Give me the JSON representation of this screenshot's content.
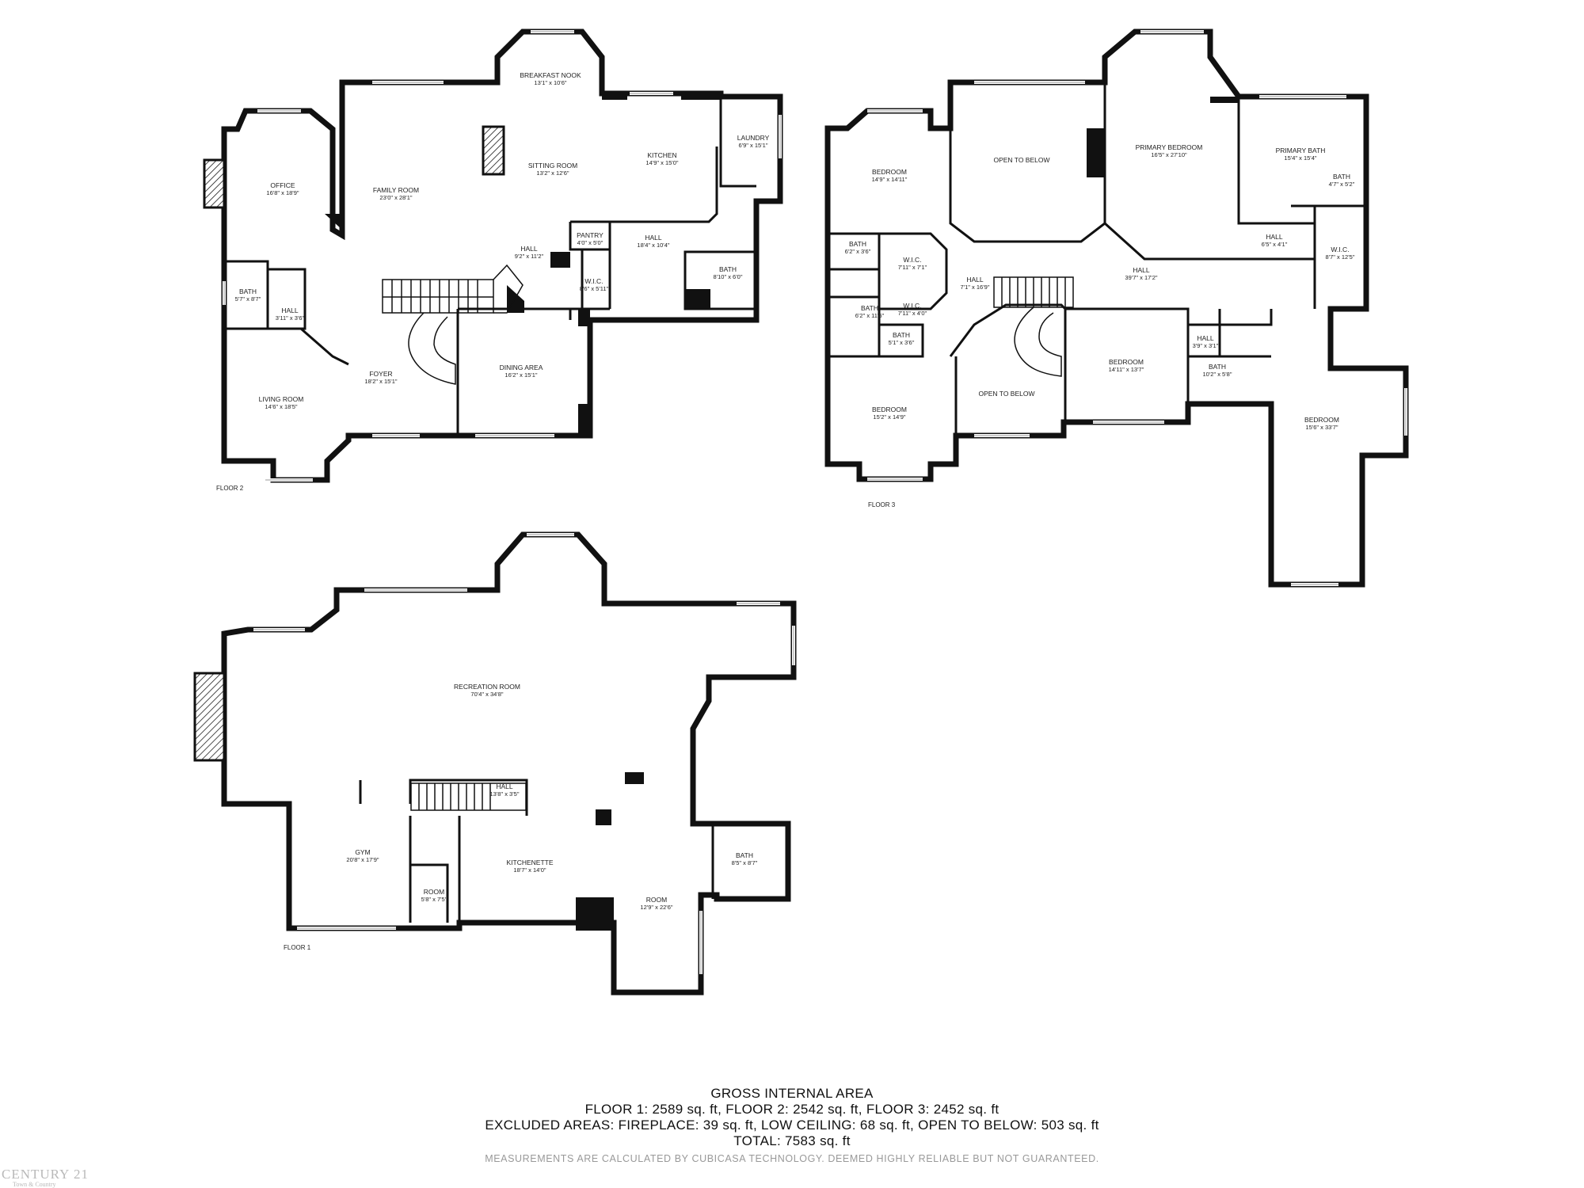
{
  "rooms": {
    "f2": {
      "breakfast_nook": {
        "name": "BREAKFAST NOOK",
        "dim": "13'1\" x 10'6\""
      },
      "office": {
        "name": "OFFICE",
        "dim": "16'8\" x 18'9\""
      },
      "family_room": {
        "name": "FAMILY ROOM",
        "dim": "23'0\" x 28'1\""
      },
      "sitting_room": {
        "name": "SITTING ROOM",
        "dim": "13'2\" x 12'6\""
      },
      "kitchen": {
        "name": "KITCHEN",
        "dim": "14'9\" x 15'0\""
      },
      "laundry": {
        "name": "LAUNDRY",
        "dim": "6'9\" x 15'1\""
      },
      "pantry": {
        "name": "PANTRY",
        "dim": "4'0\" x 5'0\""
      },
      "hall_a": {
        "name": "HALL",
        "dim": "18'4\" x 10'4\""
      },
      "hall_b": {
        "name": "HALL",
        "dim": "9'2\" x 11'2\""
      },
      "bath_a": {
        "name": "BATH",
        "dim": "8'10\" x 6'0\""
      },
      "wic": {
        "name": "W.I.C.",
        "dim": "8'6\" x 5'11\""
      },
      "bath_b": {
        "name": "BATH",
        "dim": "5'7\" x 8'7\""
      },
      "hall_c": {
        "name": "HALL",
        "dim": "3'11\" x 3'6\""
      },
      "foyer": {
        "name": "FOYER",
        "dim": "18'2\" x 15'1\""
      },
      "dining": {
        "name": "DINING AREA",
        "dim": "16'2\" x 15'1\""
      },
      "living": {
        "name": "LIVING ROOM",
        "dim": "14'6\" x 18'5\""
      }
    },
    "f3": {
      "bedroom_a": {
        "name": "BEDROOM",
        "dim": "14'9\" x 14'11\""
      },
      "open_a": {
        "name": "OPEN TO BELOW"
      },
      "primary_bed": {
        "name": "PRIMARY BEDROOM",
        "dim": "16'5\" x 27'10\""
      },
      "primary_bath": {
        "name": "PRIMARY BATH",
        "dim": "15'4\" x 15'4\""
      },
      "bath_a": {
        "name": "BATH",
        "dim": "4'7\" x 5'2\""
      },
      "bath_b": {
        "name": "BATH",
        "dim": "6'2\" x 3'6\""
      },
      "wic_a": {
        "name": "W.I.C.",
        "dim": "7'11\" x 7'1\""
      },
      "hall_a": {
        "name": "HALL",
        "dim": "6'5\" x 4'1\""
      },
      "wic_b": {
        "name": "W.I.C.",
        "dim": "8'7\" x 12'5\""
      },
      "hall_b": {
        "name": "HALL",
        "dim": "39'7\" x 17'2\""
      },
      "hall_c": {
        "name": "HALL",
        "dim": "7'1\" x 16'9\""
      },
      "bath_c": {
        "name": "BATH",
        "dim": "6'2\" x 11'5\""
      },
      "wic_c": {
        "name": "W.I.C.",
        "dim": "7'11\" x 4'0\""
      },
      "bath_d": {
        "name": "BATH",
        "dim": "5'1\" x 3'6\""
      },
      "hall_d": {
        "name": "HALL",
        "dim": "3'9\" x 3'1\""
      },
      "bedroom_b": {
        "name": "BEDROOM",
        "dim": "14'11\" x 13'7\""
      },
      "bath_e": {
        "name": "BATH",
        "dim": "10'2\" x 5'8\""
      },
      "open_b": {
        "name": "OPEN TO BELOW"
      },
      "bedroom_c": {
        "name": "BEDROOM",
        "dim": "15'2\" x 14'9\""
      },
      "bedroom_d": {
        "name": "BEDROOM",
        "dim": "15'6\" x 33'7\""
      }
    },
    "f1": {
      "recreation": {
        "name": "RECREATION ROOM",
        "dim": "70'4\" x 34'8\""
      },
      "hall": {
        "name": "HALL",
        "dim": "13'8\" x 3'5\""
      },
      "gym": {
        "name": "GYM",
        "dim": "20'8\" x 17'9\""
      },
      "kitchenette": {
        "name": "KITCHENETTE",
        "dim": "18'7\" x 14'0\""
      },
      "bath": {
        "name": "BATH",
        "dim": "8'5\" x 8'7\""
      },
      "room_a": {
        "name": "ROOM",
        "dim": "5'8\" x 7'5\""
      },
      "room_b": {
        "name": "ROOM",
        "dim": "12'9\" x 22'6\""
      }
    }
  },
  "floor_labels": {
    "f2": "FLOOR 2",
    "f3": "FLOOR 3",
    "f1": "FLOOR 1"
  },
  "summary": {
    "title": "GROSS INTERNAL AREA",
    "line1": "FLOOR 1: 2589 sq. ft, FLOOR 2: 2542 sq. ft, FLOOR 3: 2452 sq. ft",
    "line2": "EXCLUDED AREAS: FIREPLACE: 39 sq. ft, LOW CEILING: 68 sq. ft, OPEN TO BELOW: 503 sq. ft",
    "line3": "TOTAL: 7583 sq. ft",
    "disclaimer": "MEASUREMENTS ARE CALCULATED BY CUBICASA TECHNOLOGY. DEEMED HIGHLY RELIABLE BUT NOT GUARANTEED."
  },
  "logo": {
    "line1": "CENTURY 21",
    "line2": "Town & Country"
  }
}
